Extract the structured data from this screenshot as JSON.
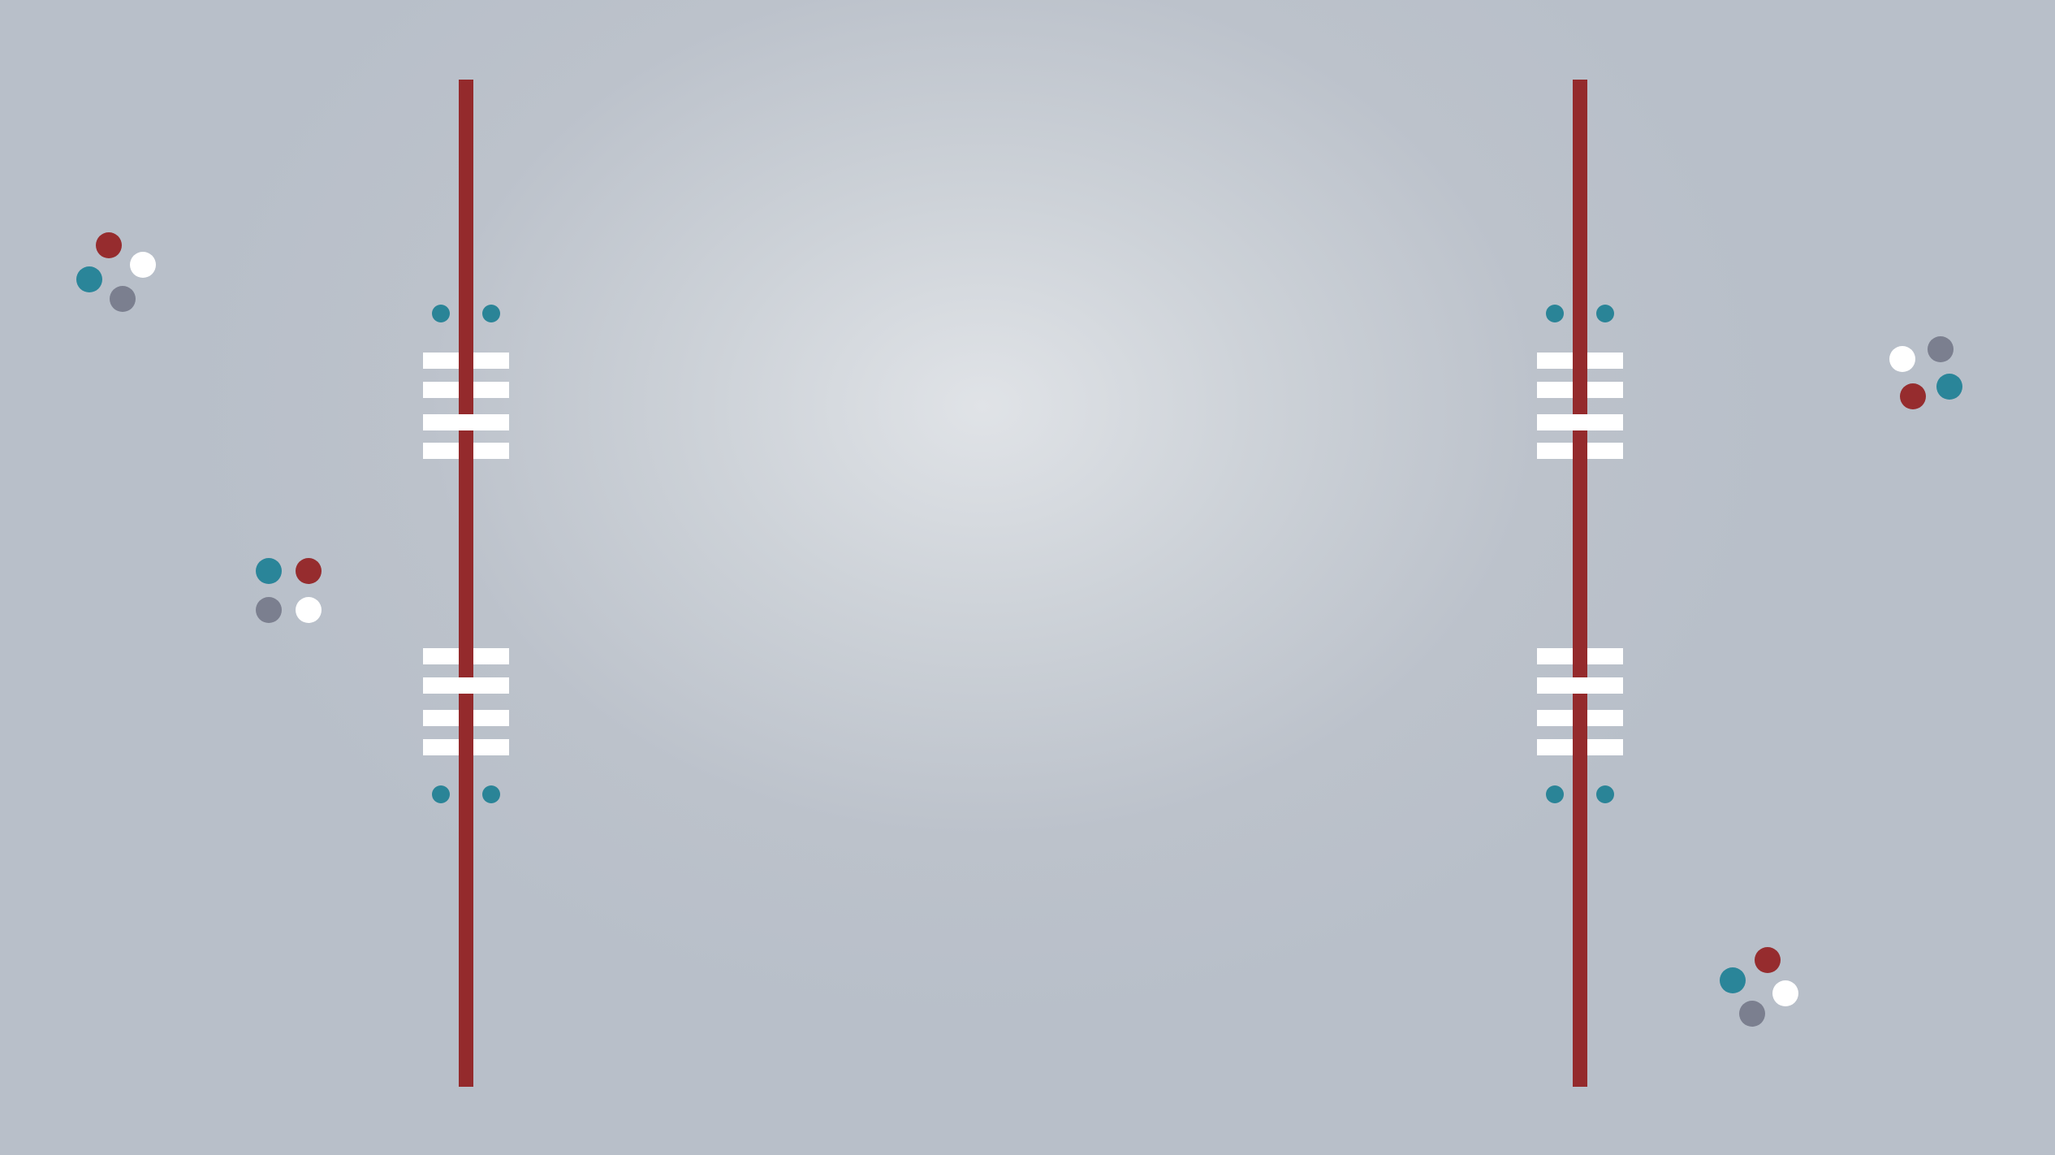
{
  "colors": {
    "rail": "#942a2c",
    "dash": "#ffffff",
    "stud": "#2a8497",
    "red": "#962c2e",
    "white": "#ffffff",
    "teal": "#2a8599",
    "gray": "#7b7f8f"
  },
  "scene": {
    "rails": [
      {
        "id": "rail-left"
      },
      {
        "id": "rail-right"
      }
    ],
    "dot_clusters": [
      {
        "id": "cluster-top-left",
        "dots": [
          "red",
          "white",
          "teal",
          "gray"
        ]
      },
      {
        "id": "cluster-mid-left",
        "dots": [
          "teal",
          "red",
          "gray",
          "white"
        ]
      },
      {
        "id": "cluster-right",
        "dots": [
          "white",
          "gray",
          "teal",
          "red"
        ]
      },
      {
        "id": "cluster-bottom-right",
        "dots": [
          "red",
          "teal",
          "white",
          "gray"
        ]
      }
    ]
  }
}
